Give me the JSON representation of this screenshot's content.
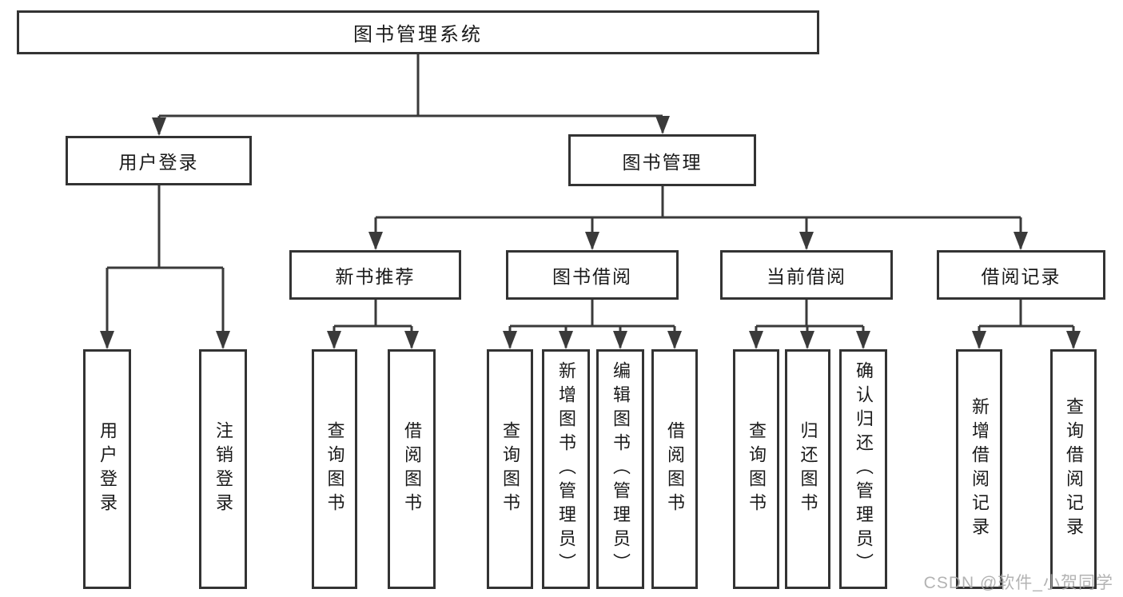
{
  "diagram": {
    "type": "hierarchy-tree",
    "title": "图书管理系统",
    "watermark": "CSDN @软件_小贺同学",
    "colors": {
      "line": "#3a3a3a",
      "box_border": "#333333",
      "text": "#1a1a1a",
      "background": "#ffffff",
      "watermark": "#a9a9a9"
    },
    "nodes": {
      "root": "图书管理系统",
      "user_login": "用户登录",
      "book_management": "图书管理",
      "new_book_recommend": "新书推荐",
      "book_borrow": "图书借阅",
      "current_borrow": "当前借阅",
      "borrow_records": "借阅记录",
      "leaf_user_login": "用户登录",
      "leaf_logout": "注销登录",
      "nb_query_books": "查询图书",
      "nb_borrow_books": "借阅图书",
      "bb_query_books": "查询图书",
      "bb_add_books": "新增图书（管理员）",
      "bb_edit_books": "编辑图书（管理员）",
      "bb_borrow_books": "借阅图书",
      "cb_query_books": "查询图书",
      "cb_return_books": "归还图书",
      "cb_confirm_return": "确认归还（管理员）",
      "br_add_record": "新增借阅记录",
      "br_query_record": "查询借阅记录"
    },
    "tree": {
      "root": [
        "user_login",
        "book_management"
      ],
      "user_login": [
        "leaf_user_login",
        "leaf_logout"
      ],
      "book_management": [
        "new_book_recommend",
        "book_borrow",
        "current_borrow",
        "borrow_records"
      ],
      "new_book_recommend": [
        "nb_query_books",
        "nb_borrow_books"
      ],
      "book_borrow": [
        "bb_query_books",
        "bb_add_books",
        "bb_edit_books",
        "bb_borrow_books"
      ],
      "current_borrow": [
        "cb_query_books",
        "cb_return_books",
        "cb_confirm_return"
      ],
      "borrow_records": [
        "br_add_record",
        "br_query_record"
      ]
    }
  }
}
